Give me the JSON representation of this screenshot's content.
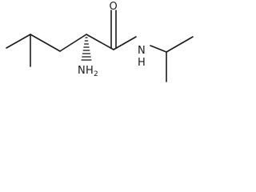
{
  "molecule": {
    "labels": {
      "oxygen": "O",
      "amide_nitrogen": "N",
      "amide_hydrogen": "H",
      "amine_nitrogen": "N",
      "amine_hydrogen": "H",
      "amine_subscript": "2"
    },
    "stereo_wedge": "hashed"
  }
}
